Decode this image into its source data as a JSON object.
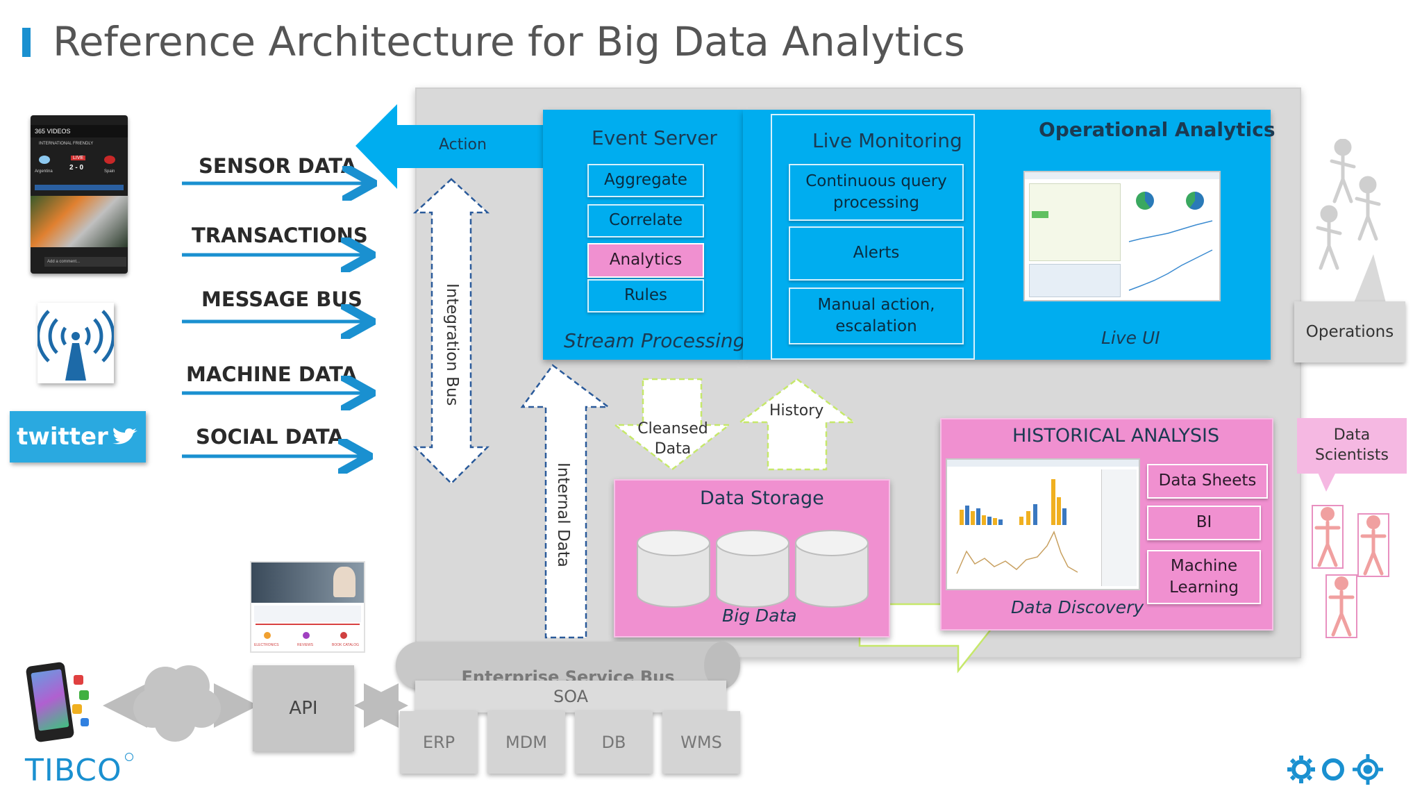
{
  "title": "Reference Architecture for Big Data Analytics",
  "sources": [
    "SENSOR DATA",
    "TRANSACTIONS",
    "MESSAGE BUS",
    "MACHINE DATA",
    "SOCIAL DATA"
  ],
  "action_label": "Action",
  "integration_bus": "Integration Bus",
  "internal_data": "Internal Data",
  "event_server": {
    "title": "Event Server",
    "items": [
      "Aggregate",
      "Correlate",
      "Analytics",
      "Rules"
    ],
    "footer": "Stream Processing"
  },
  "live_monitoring": {
    "title": "Live Monitoring",
    "items": [
      "Continuous query processing",
      "Alerts",
      "Manual action, escalation"
    ]
  },
  "operational_analytics": {
    "title": "Operational Analytics",
    "footer": "Live UI"
  },
  "operations_label": "Operations",
  "cleansed_data": "Cleansed Data",
  "history": "History",
  "data_storage": {
    "title": "Data Storage",
    "footer": "Big Data"
  },
  "historical_analysis": {
    "title": "HISTORICAL ANALYSIS",
    "items": [
      "Data Sheets",
      "BI",
      "Machine Learning"
    ],
    "footer": "Data Discovery"
  },
  "data_scientists": "Data Scientists",
  "esb": {
    "title": "Enterprise Service Bus",
    "soa": "SOA",
    "systems": [
      "ERP",
      "MDM",
      "DB",
      "WMS"
    ]
  },
  "api": "API",
  "twitter_logo": "twitter",
  "tibco_logo": "TIBCO",
  "phone_screen": {
    "app": "365 VIDEOS",
    "event": "INTERNATIONAL FRIENDLY",
    "status": "LIVE",
    "score": "2 - 0",
    "team_home": "Argentina",
    "team_away": "Spain",
    "comment": "Add a comment..."
  },
  "portal_screen": {
    "categories": [
      "ELECTRONICS",
      "REVIEWS",
      "BOOK CATALOG"
    ]
  },
  "colors": {
    "accent_blue": "#00adef",
    "pink": "#f090d0",
    "arrow_blue": "#1a90d0",
    "green_outline": "#c6e86a"
  }
}
